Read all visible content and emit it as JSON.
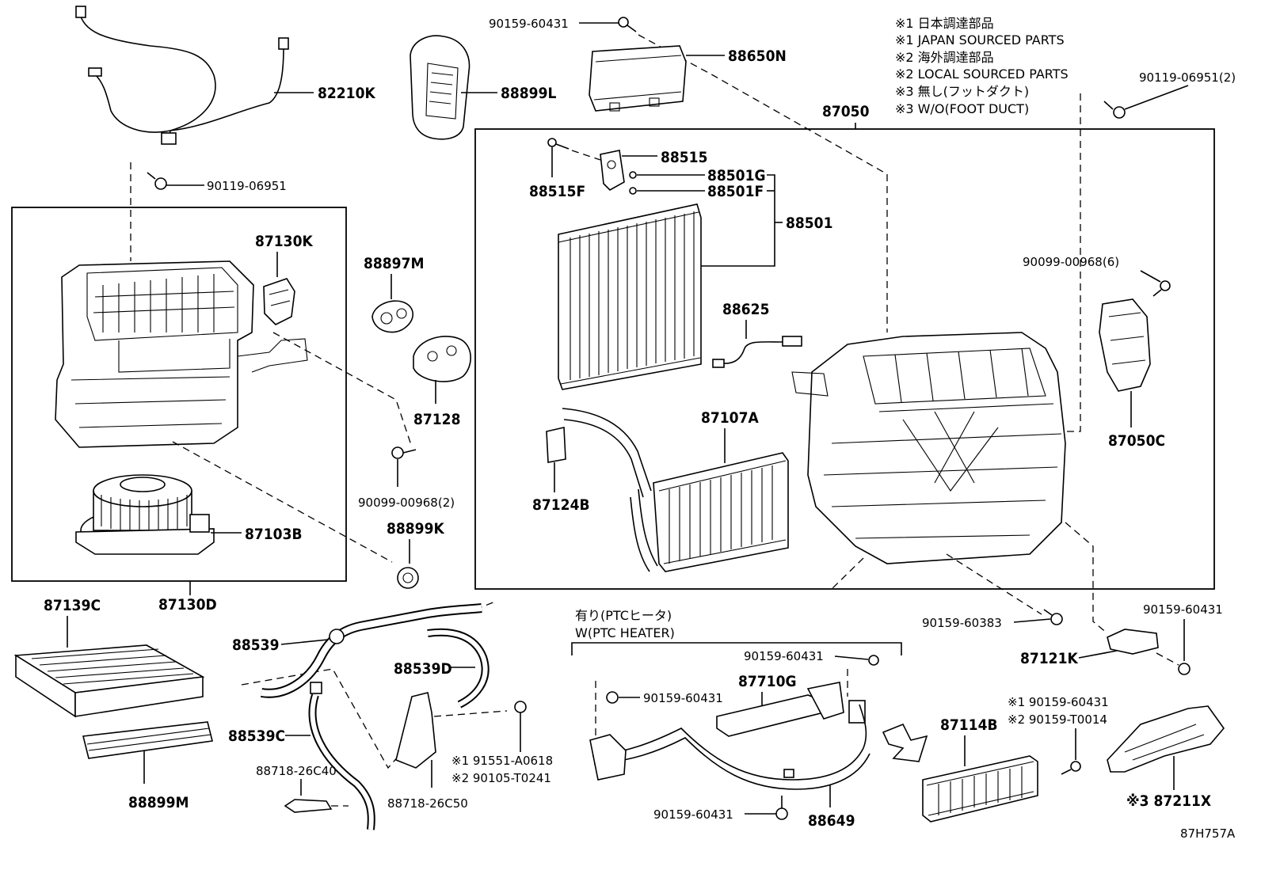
{
  "notes": [
    "※1 日本調達部品",
    "※1 JAPAN SOURCED PARTS",
    "※2 海外調達部品",
    "※2 LOCAL SOURCED PARTS",
    "※3 無し(フットダクト)",
    "※3 W/O(FOOT DUCT)"
  ],
  "ptc_heater": {
    "jp": "有り(PTCヒータ)",
    "en": "W(PTC HEATER)"
  },
  "diagram_code": "87H757A",
  "parts": {
    "p82210K": "82210K",
    "p88899L": "88899L",
    "p90159_60431_top": "90159-60431",
    "p88650N": "88650N",
    "p90119_06951_2": "90119-06951(2)",
    "p87050": "87050",
    "p90119_06951": "90119-06951",
    "p87130K": "87130K",
    "p88897M": "88897M",
    "p87128": "87128",
    "p90099_00968_2": "90099-00968(2)",
    "p88899K": "88899K",
    "p87103B": "87103B",
    "p87130D": "87130D",
    "p88515": "88515",
    "p88515F": "88515F",
    "p88501G": "88501G",
    "p88501F": "88501F",
    "p88501": "88501",
    "p88625": "88625",
    "p87107A": "87107A",
    "p87124B": "87124B",
    "p90099_00968_6": "90099-00968(6)",
    "p87050C": "87050C",
    "p87139C": "87139C",
    "p88899M": "88899M",
    "p88539": "88539",
    "p88539D": "88539D",
    "p88539C": "88539C",
    "p88718_26C40": "88718-26C40",
    "p88718_26C50": "88718-26C50",
    "p91551_A0618": "※1 91551-A0618",
    "p90105_T0241": "※2 90105-T0241",
    "p90159_60431_a": "90159-60431",
    "p87710G": "87710G",
    "p90159_60431_b": "90159-60431",
    "p90159_60431_c": "90159-60431",
    "p88649": "88649",
    "p90159_60383": "90159-60383",
    "p90159_60431_d": "90159-60431",
    "p87121K": "87121K",
    "p87114B": "87114B",
    "p90159_60431_e": "※1 90159-60431",
    "p90159_T0014": "※2 90159-T0014",
    "p87211X": "※3 87211X"
  }
}
